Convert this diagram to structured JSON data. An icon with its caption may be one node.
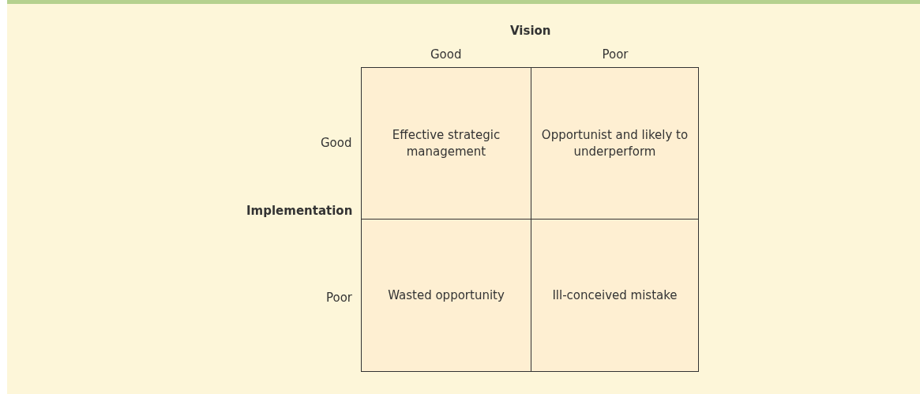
{
  "diagram": {
    "nodes": [
      {
        "text": [
          "Effective strategic management"
        ]
      },
      {
        "text": [
          "Opportunist and likely to underperform"
        ]
      },
      {
        "text": [
          "Wasted opportunity"
        ]
      },
      {
        "text": [
          "Ill-conceived mistake"
        ]
      }
    ],
    "labels": [
      "Vision",
      "Good",
      "Poor",
      "Good",
      "Implementation",
      "Poor"
    ]
  }
}
